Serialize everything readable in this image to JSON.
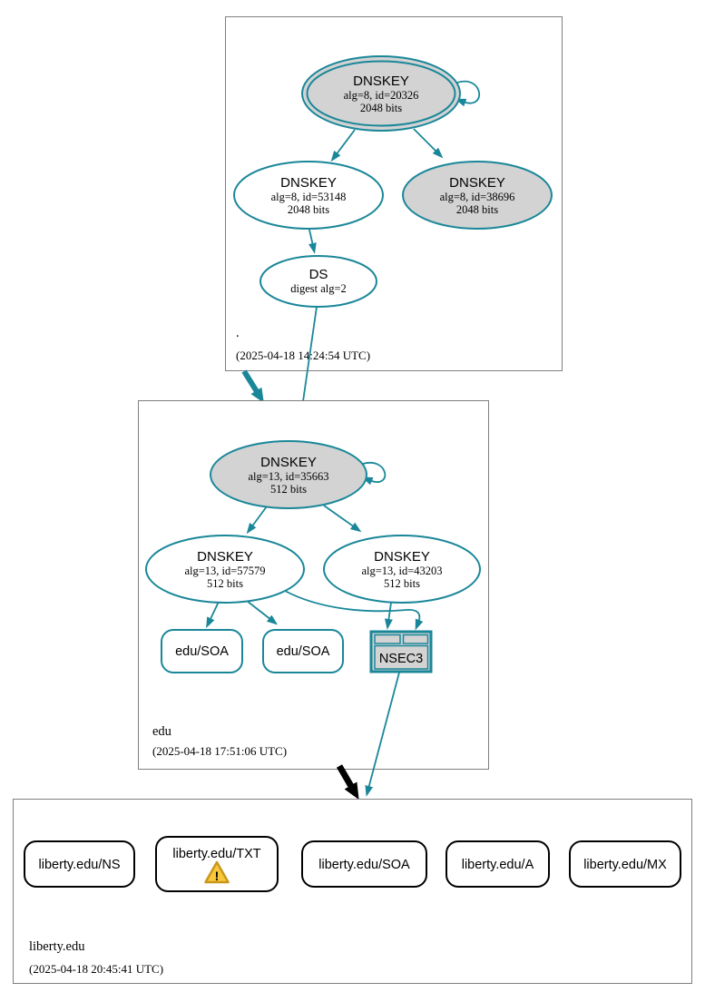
{
  "zones": {
    "root": {
      "label": ".",
      "timestamp": "(2025-04-18 14:24:54 UTC)"
    },
    "edu": {
      "label": "edu",
      "timestamp": "(2025-04-18 17:51:06 UTC)"
    },
    "liberty": {
      "label": "liberty.edu",
      "timestamp": "(2025-04-18 20:45:41 UTC)"
    }
  },
  "nodes": {
    "root_ksk": {
      "title": "DNSKEY",
      "alg": "alg=8, id=20326",
      "bits": "2048 bits"
    },
    "root_zsk": {
      "title": "DNSKEY",
      "alg": "alg=8, id=53148",
      "bits": "2048 bits"
    },
    "root_key3": {
      "title": "DNSKEY",
      "alg": "alg=8, id=38696",
      "bits": "2048 bits"
    },
    "root_ds": {
      "title": "DS",
      "digest": "digest alg=2"
    },
    "edu_ksk": {
      "title": "DNSKEY",
      "alg": "alg=13, id=35663",
      "bits": "512 bits"
    },
    "edu_zsk1": {
      "title": "DNSKEY",
      "alg": "alg=13, id=57579",
      "bits": "512 bits"
    },
    "edu_zsk2": {
      "title": "DNSKEY",
      "alg": "alg=13, id=43203",
      "bits": "512 bits"
    },
    "edu_soa1": {
      "label": "edu/SOA"
    },
    "edu_soa2": {
      "label": "edu/SOA"
    },
    "edu_nsec3": {
      "label": "NSEC3"
    },
    "liberty_ns": {
      "label": "liberty.edu/NS"
    },
    "liberty_txt": {
      "label": "liberty.edu/TXT",
      "warning_mark": "!"
    },
    "liberty_soa": {
      "label": "liberty.edu/SOA"
    },
    "liberty_a": {
      "label": "liberty.edu/A"
    },
    "liberty_mx": {
      "label": "liberty.edu/MX"
    }
  },
  "icons": {
    "warning": "warning-icon"
  },
  "colors": {
    "secure_teal": "#1a8799",
    "node_fill_gray": "#d3d3d3",
    "cluster_border_gray": "#7f7f7f",
    "rrset_border_black": "#000000",
    "warning_yellow": "#f9c83a",
    "background": "#ffffff"
  }
}
